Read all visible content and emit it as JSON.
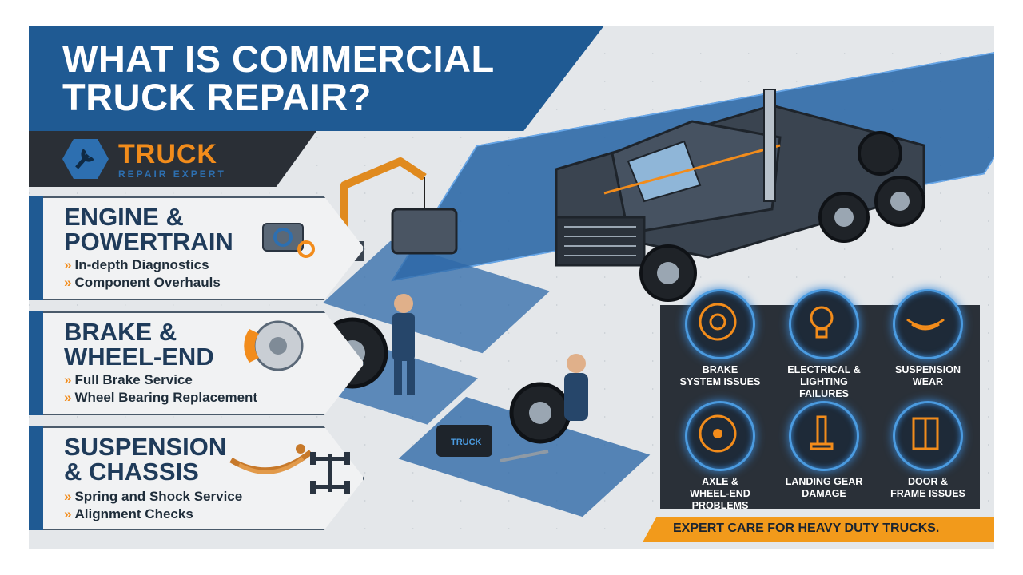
{
  "header": {
    "title_line1": "WHAT IS COMMERCIAL",
    "title_line2": "TRUCK REPAIR?"
  },
  "brand": {
    "name": "TRUCK",
    "tagline": "REPAIR EXPERT",
    "bag_label": "TRUCK"
  },
  "services": [
    {
      "title_line1": "ENGINE &",
      "title_line2": "POWERTRAIN",
      "bullets": [
        "In-depth Diagnostics",
        "Component Overhauls"
      ]
    },
    {
      "title_line1": "BRAKE &",
      "title_line2": "WHEEL-END",
      "bullets": [
        "Full Brake Service",
        "Wheel Bearing Replacement"
      ]
    },
    {
      "title_line1": "SUSPENSION",
      "title_line2": "& CHASSIS",
      "bullets": [
        "Spring and Shock Service",
        "Alignment Checks"
      ]
    }
  ],
  "issues": [
    {
      "line1": "BRAKE",
      "line2": "SYSTEM ISSUES",
      "line3": "",
      "icon": "brake-disc-icon"
    },
    {
      "line1": "ELECTRICAL &",
      "line2": "LIGHTING",
      "line3": "FAILURES",
      "icon": "light-bulb-icon"
    },
    {
      "line1": "SUSPENSION",
      "line2": "WEAR",
      "line3": "",
      "icon": "leaf-spring-icon"
    },
    {
      "line1": "AXLE &",
      "line2": "WHEEL-END",
      "line3": "PROBLEMS",
      "icon": "wheel-hub-icon"
    },
    {
      "line1": "LANDING GEAR",
      "line2": "DAMAGE",
      "line3": "",
      "icon": "landing-gear-icon"
    },
    {
      "line1": "DOOR &",
      "line2": "FRAME ISSUES",
      "line3": "",
      "icon": "door-frame-icon"
    }
  ],
  "footer": {
    "tagline": "EXPERT CARE FOR HEAVY DUTY TRUCKS."
  },
  "colors": {
    "primary_blue": "#1f5a93",
    "accent_orange": "#f28c1b",
    "panel_dark": "#2a3038",
    "glow_blue": "#4b9be0"
  }
}
